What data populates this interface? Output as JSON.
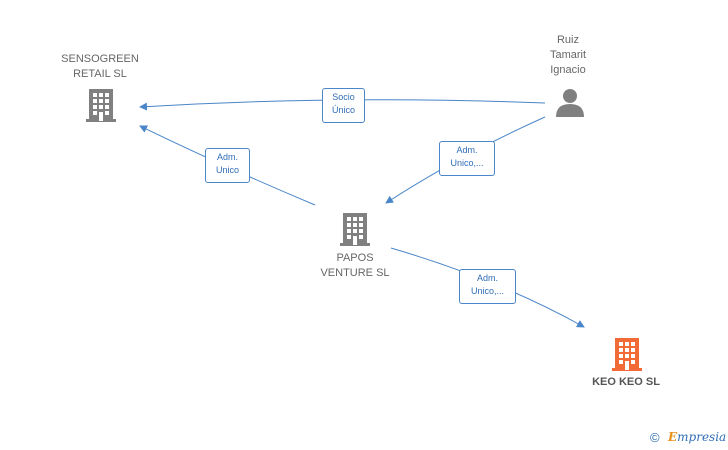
{
  "nodes": {
    "sensogreen": {
      "label": "SENSOGREEN\nRETAIL  SL",
      "type": "company",
      "icon": "building-icon",
      "color": "#808080"
    },
    "ruiz": {
      "label": "Ruiz\nTamarit\nIgnacio",
      "type": "person",
      "icon": "person-icon",
      "color": "#808080"
    },
    "papos": {
      "label": "PAPOS\nVENTURE  SL",
      "type": "company",
      "icon": "building-icon",
      "color": "#808080"
    },
    "keokeo": {
      "label": "KEO KEO  SL",
      "type": "company",
      "icon": "building-icon",
      "color": "#f26a35"
    }
  },
  "edges": [
    {
      "from": "ruiz",
      "to": "sensogreen",
      "label": "Socio\nÚnico"
    },
    {
      "from": "papos",
      "to": "sensogreen",
      "label": "Adm.\nUnico"
    },
    {
      "from": "ruiz",
      "to": "papos",
      "label": "Adm.\nUnico,..."
    },
    {
      "from": "papos",
      "to": "keokeo",
      "label": "Adm.\nUnico,..."
    }
  ],
  "colors": {
    "edge": "#4a86c8",
    "accent": "#f26a35"
  },
  "footer": {
    "copyright": "©",
    "brand_first": "E",
    "brand_rest": "mpresia"
  }
}
